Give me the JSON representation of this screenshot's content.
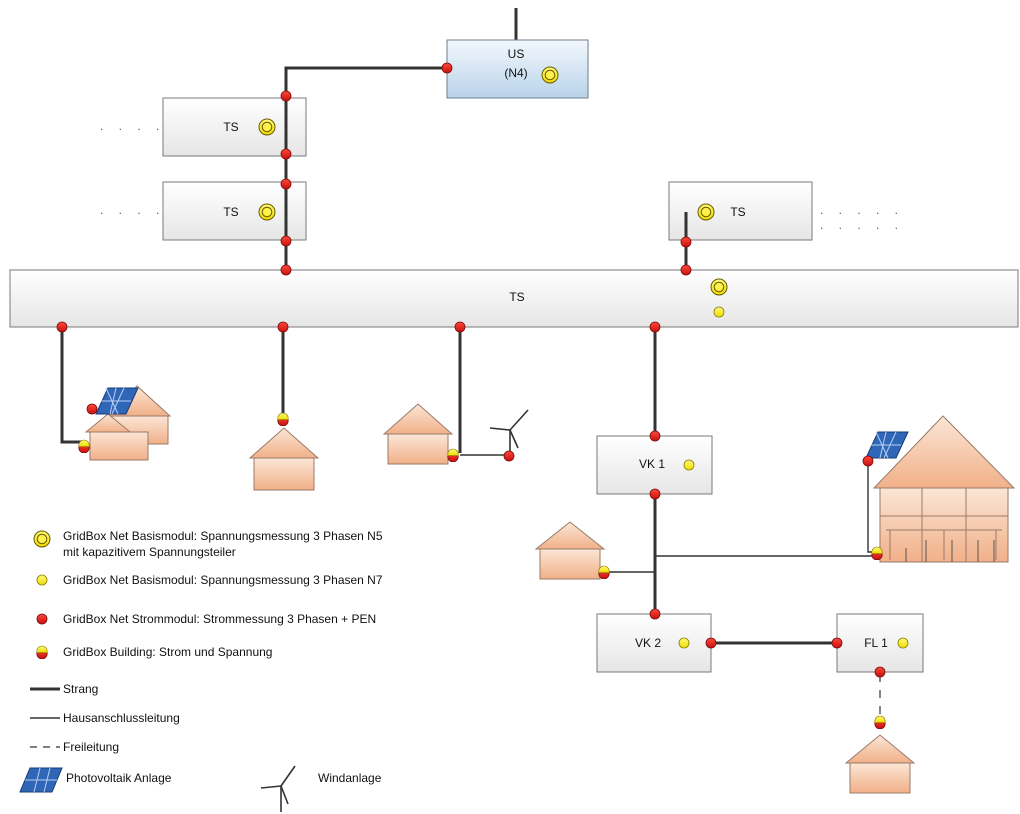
{
  "colors": {
    "box_fill_top": "#ffffff",
    "box_fill_bottom": "#e6e6e6",
    "us_fill_top": "#f3f8fd",
    "us_fill_bottom": "#b9d3ea",
    "box_stroke": "#7a7a7a",
    "strang": "#333333",
    "current_dot": "#e01b1b",
    "voltage_dot": "#f4e600",
    "house_fill_top": "#fbe6d6",
    "house_fill_bottom": "#f1b088",
    "house_stroke": "#9a7a6a",
    "pv_fill": "#2f66b8"
  },
  "nodes": {
    "us_name": "US",
    "us_level": "(N4)",
    "ts_upper": "TS",
    "ts_middle": "TS",
    "ts_right": "TS",
    "ts_bus": "TS",
    "vk1": "VK 1",
    "vk2": "VK 2",
    "fl1": "FL 1",
    "ellipsis_left_upper": ". . . .",
    "ellipsis_left_middle": ". . . .",
    "ellipsis_right_1": ". . . . .",
    "ellipsis_right_2": ". . . . ."
  },
  "legend": {
    "basis_n5_line1": "GridBox Net Basismodul: Spannungsmessung 3 Phasen N5",
    "basis_n5_line2": "mit kapazitivem Spannungsteiler",
    "basis_n7": "GridBox Net Basismodul: Spannungsmessung 3 Phasen N7",
    "strommodul": "GridBox Net Strommodul: Strommessung 3 Phasen + PEN",
    "building": "GridBox Building: Strom und Spannung",
    "strang": "Strang",
    "hausanschluss": "Hausanschlussleitung",
    "freileitung": "Freileitung",
    "pv": "Photovoltaik Anlage",
    "wind": "Windanlage"
  }
}
